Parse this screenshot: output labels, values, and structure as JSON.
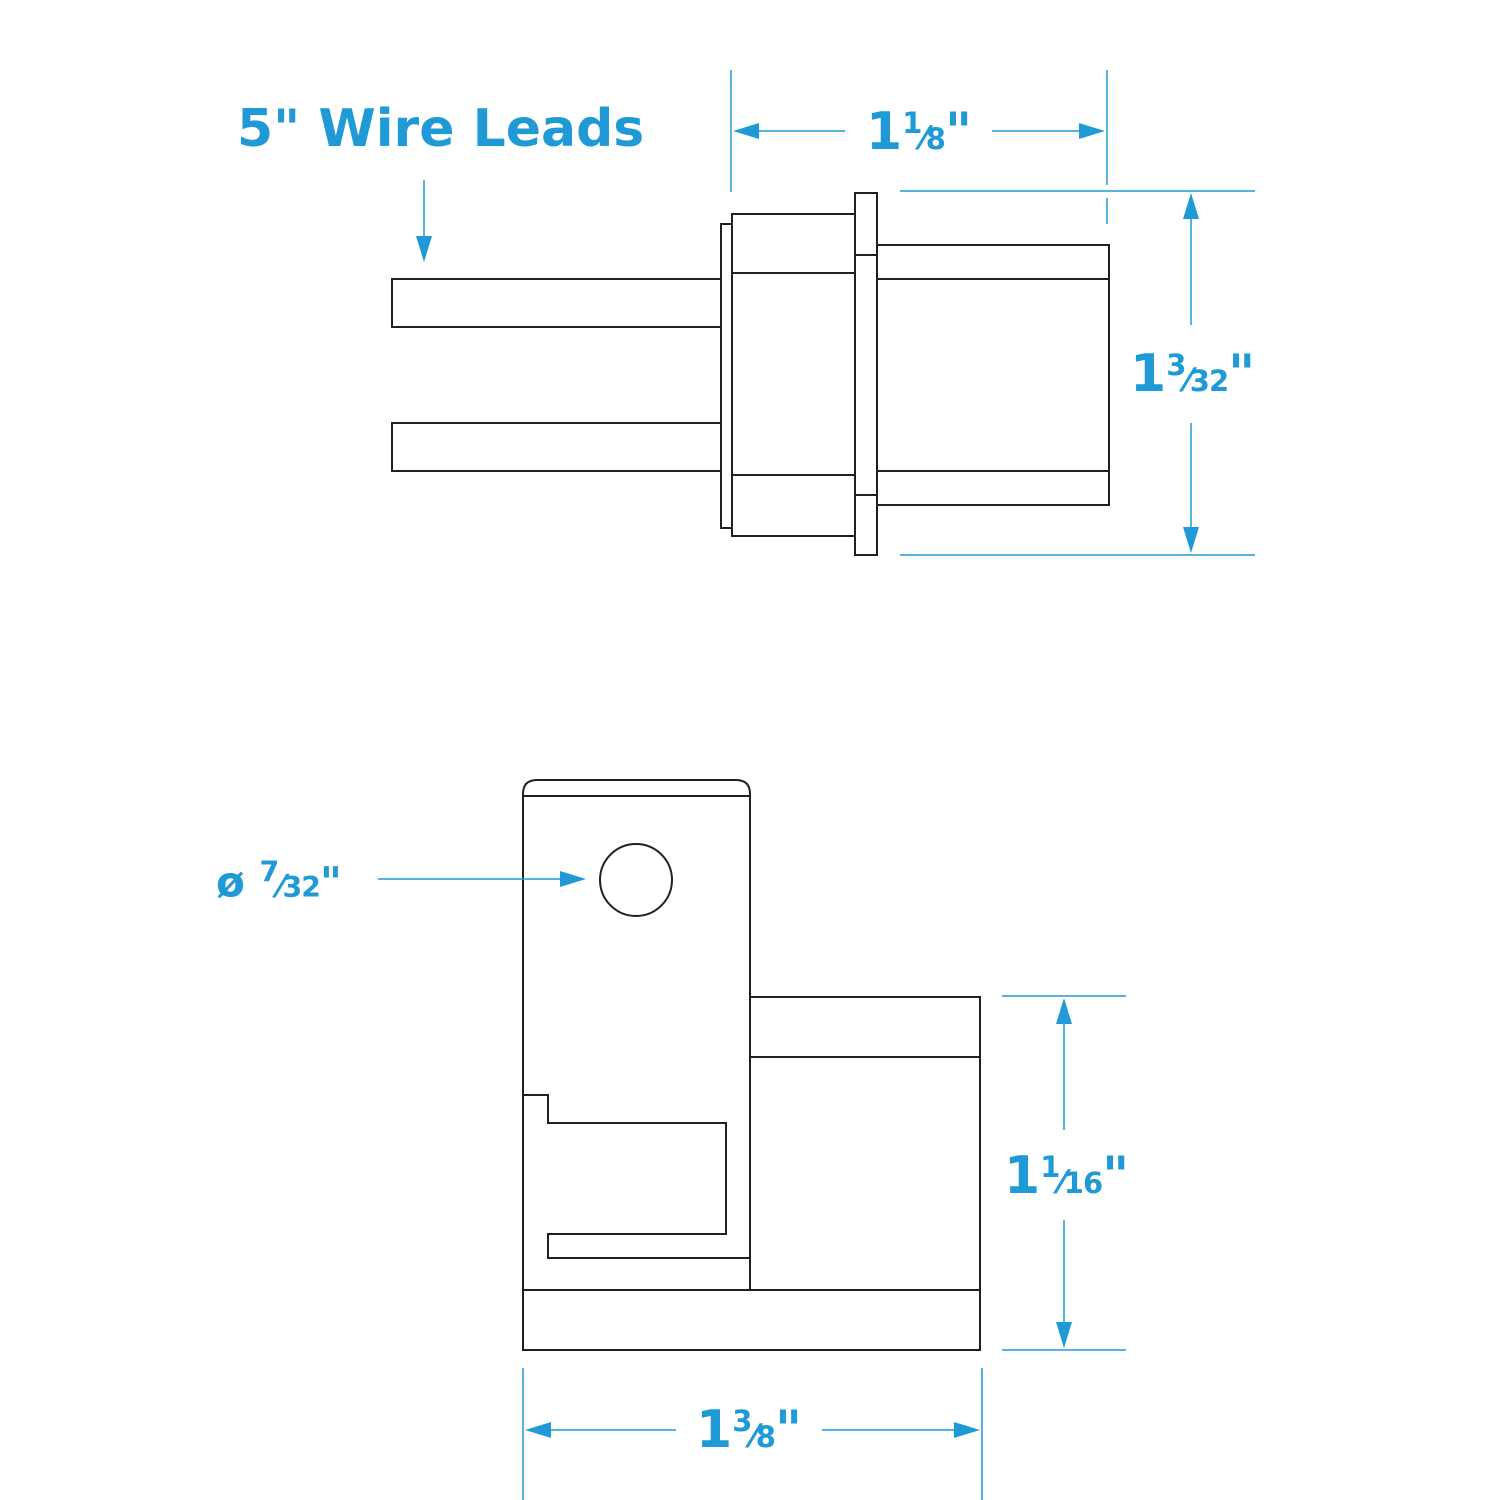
{
  "colors": {
    "dimension": "#1f9ad6",
    "outline": "#231f20",
    "background": "#ffffff"
  },
  "labels": {
    "wire_leads": "5\" Wire Leads",
    "top_width": {
      "whole": "1",
      "num": "1",
      "den": "8",
      "unit": "\""
    },
    "top_height": {
      "whole": "1",
      "num": "3",
      "den": "32",
      "unit": "\""
    },
    "hole_diameter": {
      "symbol": "ø",
      "num": "7",
      "den": "32",
      "unit": "\""
    },
    "bottom_height": {
      "whole": "1",
      "num": "1",
      "den": "16",
      "unit": "\""
    },
    "bottom_width": {
      "whole": "1",
      "num": "3",
      "den": "8",
      "unit": "\""
    }
  }
}
